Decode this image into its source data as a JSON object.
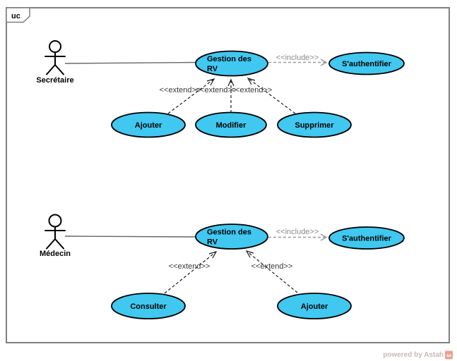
{
  "frame": {
    "tag": "uc"
  },
  "relation_labels": {
    "include": "<<include>>",
    "extend": "<<extend>>"
  },
  "top_section": {
    "actor": "Secrétaire",
    "main_usecase_line1": "Gestion des",
    "main_usecase_line2": "RV",
    "auth_usecase": "S'authentifier",
    "extend_usecases": [
      "Ajouter",
      "Modifier",
      "Supprimer"
    ]
  },
  "bottom_section": {
    "actor": "Médecin",
    "main_usecase_line1": "Gestion des",
    "main_usecase_line2": "RV",
    "auth_usecase": "S'authentifier",
    "extend_usecases": [
      "Consulter",
      "Ajouter"
    ]
  },
  "footer": {
    "watermark": "powered by Astah",
    "logo_glyph": "as"
  },
  "colors": {
    "usecase_fill": "#40C8F0",
    "usecase_stroke": "#000000",
    "actor_head": "#CC6600",
    "frame_border": "#808080",
    "association_line": "#666666",
    "include_line": "#999999",
    "extend_line": "#1A1A1A",
    "watermark_text": "#C8BAB2",
    "logo_fill": "#E9A091"
  }
}
